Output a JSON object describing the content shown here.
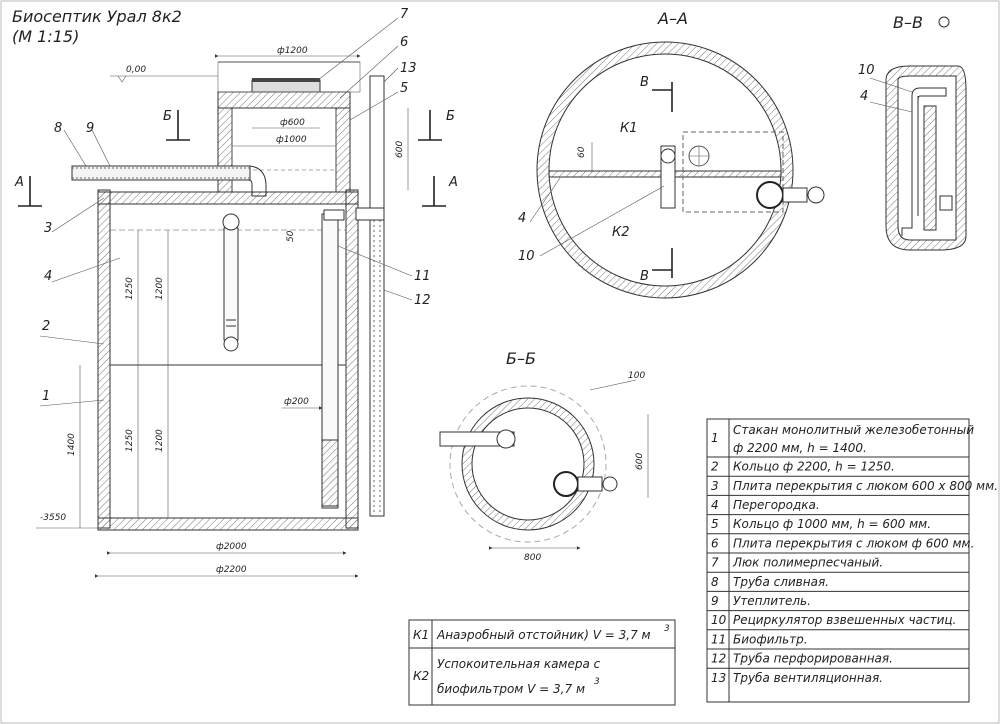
{
  "title": {
    "line1": "Биосептик Урал 8к2",
    "line2": "(М 1:15)"
  },
  "main_view": {
    "dims": {
      "d1200": "ф1200",
      "d600": "ф600",
      "d1000": "ф1000",
      "d2000": "ф2000",
      "d2200": "ф2200",
      "d200": "ф200",
      "h600": "600",
      "h50": "50",
      "h1250a": "1250",
      "h1200a": "1200",
      "h1250b": "1250",
      "h1200b": "1200",
      "h1400": "1400",
      "lvl0": "0,00",
      "lvl_bottom": "-3550"
    },
    "cut_marks": {
      "A_left": "A",
      "A_right": "A",
      "B_left": "Б",
      "B_right": "Б"
    },
    "callouts": [
      "1",
      "2",
      "3",
      "4",
      "5",
      "6",
      "7",
      "8",
      "9",
      "11",
      "12",
      "13"
    ]
  },
  "section_AA": {
    "title": "A–A",
    "labels": {
      "K1": "К1",
      "K2": "К2",
      "B_top": "В",
      "B_bottom": "В",
      "n4": "4",
      "n10": "10",
      "d60": "60"
    }
  },
  "section_VV": {
    "title": "В–В",
    "labels": {
      "n10": "10",
      "n4": "4"
    }
  },
  "section_BB": {
    "title": "Б–Б",
    "labels": {
      "d100": "100",
      "d600": "600",
      "d800": "800"
    }
  },
  "chambers_table": [
    {
      "code": "К1",
      "text": "Анаэробный отстойник) V = 3,7 м",
      "sup": "3"
    },
    {
      "code": "К2",
      "text_line1": "Успокоительная камера с",
      "text_line2": "биофильтром V = 3,7 м",
      "sup": "3"
    }
  ],
  "parts_table": [
    {
      "num": "1",
      "desc_line1": "Стакан монолитный железобетонный",
      "desc_line2": "ф 2200 мм, h = 1400."
    },
    {
      "num": "2",
      "desc": "Кольцо ф 2200, h = 1250."
    },
    {
      "num": "3",
      "desc": "Плита перекрытия с люком 600 х 800 мм."
    },
    {
      "num": "4",
      "desc": "Перегородка."
    },
    {
      "num": "5",
      "desc": "Кольцо ф 1000 мм, h = 600 мм."
    },
    {
      "num": "6",
      "desc": "Плита перекрытия с люком ф 600 мм."
    },
    {
      "num": "7",
      "desc": "Люк полимерпесчаный."
    },
    {
      "num": "8",
      "desc": "Труба сливная."
    },
    {
      "num": "9",
      "desc": "Утеплитель."
    },
    {
      "num": "10",
      "desc": "Рециркулятор взвешенных частиц."
    },
    {
      "num": "11",
      "desc": "Биофильтр."
    },
    {
      "num": "12",
      "desc": "Труба перфорированная."
    },
    {
      "num": "13",
      "desc": "Труба вентиляционная."
    }
  ]
}
